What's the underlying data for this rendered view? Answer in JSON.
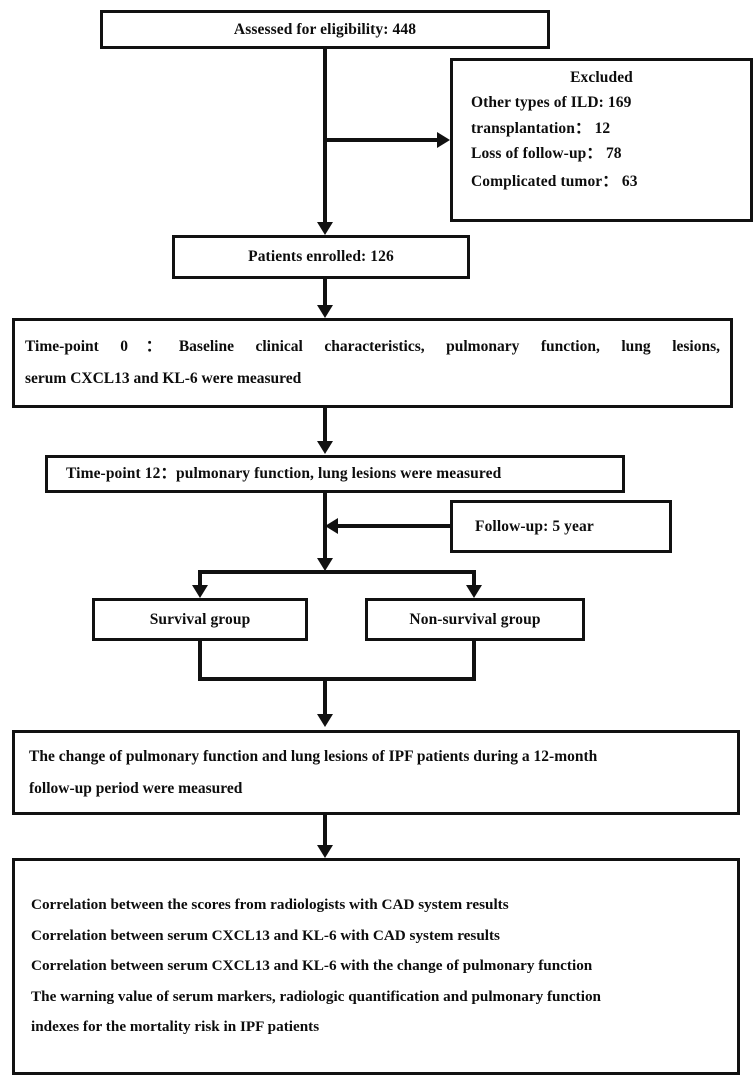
{
  "diagram": {
    "type": "study-flow-diagram",
    "title": "IPF patient enrollment and analysis flowchart",
    "line_color": "#111111",
    "box_fill": "#ffffff",
    "text_color": "#0d0d0d"
  },
  "nodes": {
    "assessed": {
      "label": "Assessed for eligibility: 448",
      "count": 448
    },
    "excluded": {
      "heading": "Excluded",
      "items": [
        "Other types of ILD: 169",
        "transplantation： 12",
        "Loss of follow-up： 78",
        "Complicated tumor： 63"
      ],
      "counts": [
        169,
        12,
        78,
        63
      ]
    },
    "enrolled": {
      "label": "Patients enrolled: 126",
      "count": 126
    },
    "timepoint0": {
      "line1": "Time-point  0：Baseline  clinical  characteristics,  pulmonary  function,   lung  lesions,",
      "line2": "serum CXCL13 and KL-6 were measured"
    },
    "timepoint12": {
      "label": "Time-point 12：pulmonary function,   lung lesions were measured"
    },
    "followup": {
      "label": "Follow-up: 5 year"
    },
    "survival": {
      "label": "Survival group"
    },
    "nonsurvival": {
      "label": "Non-survival group"
    },
    "change": {
      "line1": "The change of pulmonary function and lung lesions of IPF patients during a 12-month",
      "line2": "follow-up period were measured"
    },
    "outcomes": {
      "lines": [
        "Correlation between the scores from radiologists with CAD system results",
        "Correlation between serum CXCL13 and KL-6 with CAD system results",
        "Correlation between serum CXCL13 and KL-6 with the change of pulmonary function",
        "The warning value of serum markers, radiologic quantification and pulmonary function",
        "indexes for the mortality risk in IPF patients"
      ]
    }
  }
}
